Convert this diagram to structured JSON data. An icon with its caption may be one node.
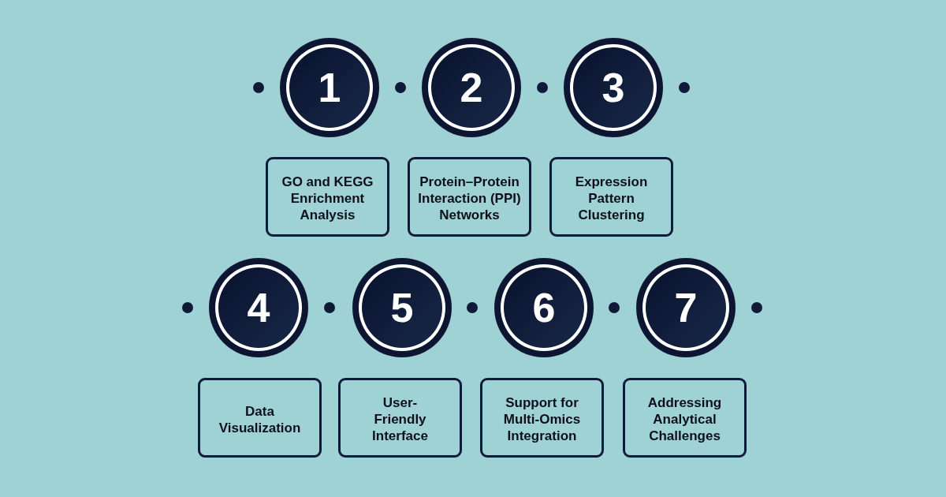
{
  "diagram": {
    "nodes": [
      {
        "text": [
          "1"
        ]
      },
      {
        "text": [
          "2"
        ]
      },
      {
        "text": [
          "3"
        ]
      },
      {
        "text": [
          "GO and KEGG Enrichment Analysis"
        ]
      },
      {
        "text": [
          "Protein–Protein Interaction (PPI) Networks"
        ]
      },
      {
        "text": [
          "Expression Pattern Clustering"
        ]
      },
      {
        "text": [
          "4"
        ]
      },
      {
        "text": [
          "5"
        ]
      },
      {
        "text": [
          "6"
        ]
      },
      {
        "text": [
          "7"
        ]
      },
      {
        "text": [
          "Data Visualization"
        ]
      },
      {
        "text": [
          "User-Friendly Interface"
        ]
      },
      {
        "text": [
          "Support for Multi-Omics Integration"
        ]
      },
      {
        "text": [
          "Addressing Analytical Challenges"
        ]
      }
    ]
  }
}
